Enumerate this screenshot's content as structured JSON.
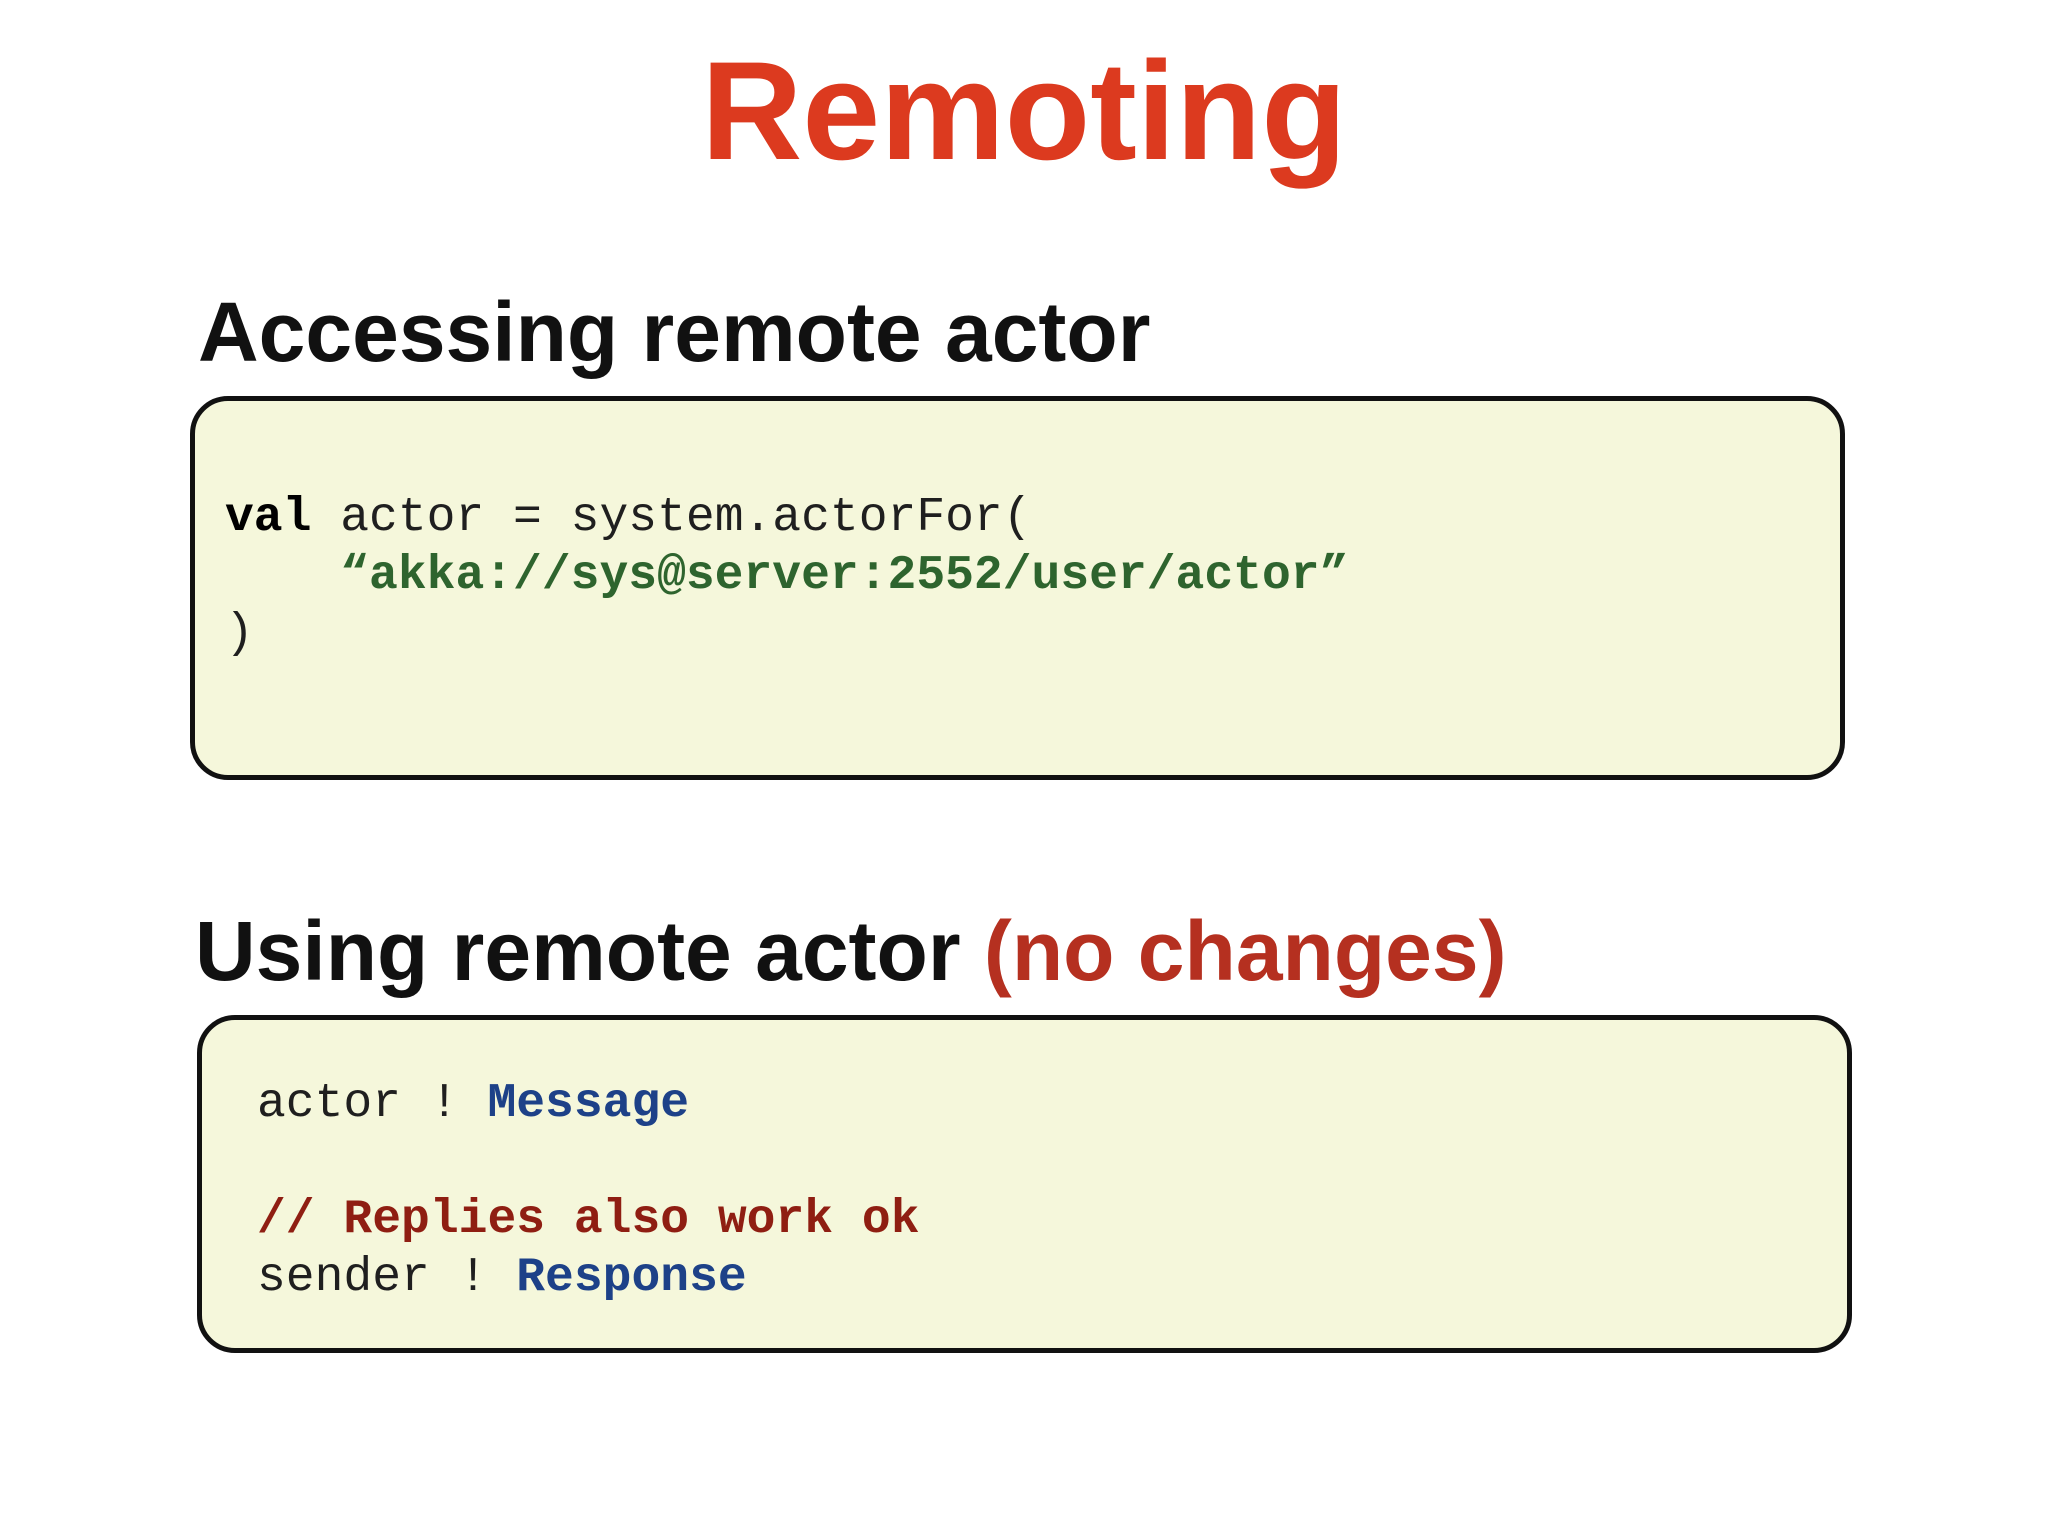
{
  "title": "Remoting",
  "colors": {
    "title_red": "#DC3A1F",
    "accent_red": "#B53020",
    "comment_red": "#8F1E12",
    "string_green": "#2E642E",
    "type_blue": "#1D4188",
    "code_plain": "#1F1F1F",
    "box_bg": "#F5F7DB",
    "box_border": "#111111",
    "heading_black": "#111111",
    "page_bg": "#FFFFFF"
  },
  "section1": {
    "heading": "Accessing remote actor",
    "code": {
      "line1": {
        "keyword": "val",
        "rest": " actor = system.actorFor("
      },
      "line2": {
        "indent": "    ",
        "string": "“akka://sys@server:2552/user/actor”"
      },
      "line3": {
        "text": ")"
      }
    }
  },
  "section2": {
    "heading_black": "Using remote actor ",
    "heading_red": "(no changes)",
    "code": {
      "line1": {
        "plain": "actor ! ",
        "type": "Message"
      },
      "line2": {
        "blank": ""
      },
      "line3": {
        "comment": "// Replies also work ok"
      },
      "line4": {
        "plain": "sender ! ",
        "type": "Response"
      }
    }
  }
}
